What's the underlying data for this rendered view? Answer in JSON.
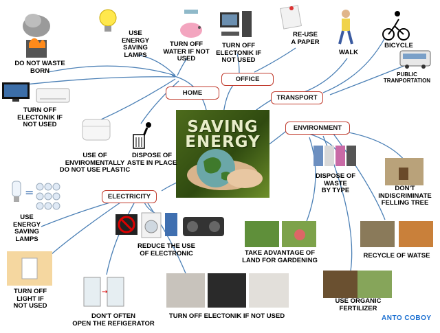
{
  "center": {
    "title_line1": "SAVING",
    "title_line2": "ENERGY"
  },
  "categories": {
    "home": "HOME",
    "office": "OFFICE",
    "transport": "TRANSPORT",
    "environment": "ENVIRONMENT",
    "electricity": "ELECTRICITY"
  },
  "labels": {
    "do_not_waste_born": "DO NOT WASTE\nBORN",
    "use_energy_saving_lamps_top": "USE\nENERGY\nSAVING\nLAMPS",
    "turn_off_water": "TURN OFF\nWATER IF NOT\nUSED",
    "turn_off_electonik_office": "TURN OFF\nELECTONIK IF\nNOT USED",
    "re_use_paper": "RE-USE\nA PAPER",
    "walk": "WALK",
    "bicycle": "BICYCLE",
    "public_transport": "PUBLIC\nTRANPORTATION",
    "turn_off_electonik_home": "TURN OFF\nELECTONIK IF\nNOT USED",
    "use_of_env_plastic": "USE OF\nENVIROMENTALLY\nDO NOT USE PLASTIC",
    "dispose_waste_in_place": "DISPOSE OF\nASTE IN PLACE",
    "dispose_waste_by_type": "DISPOSE OF\nWASTE\nBY TYPE",
    "dont_felling_tree": "DON'T\nINDISCRIMINATE\nFELLING TREE",
    "use_energy_saving_lamps_left": "USE\nENERGY\nSAVING\nLAMPS",
    "reduce_electronic": "REDUCE THE USE\nOF ELECTRONIC",
    "land_for_gardening": "TAKE ADVANTAGE OF\nLAND FOR GARDENING",
    "recycle_waste": "RECYCLE OF WATSE",
    "turn_off_light": "TURN OFF\nLIGHT IF\nNOT USED",
    "dont_open_refrigerator": "DON'T OFTEN\nOPEN THE REFIGERATOR",
    "turn_off_electonik_bottom": "TURN OFF ELECTONIK IF NOT USED",
    "use_organic_fertilizer": "USE ORGANIC\nFERTILIZER"
  },
  "credit": "ANTO COBOY",
  "colors": {
    "branch": "#4a7fb5",
    "category_border": "#c0392b",
    "credit": "#1a6fd1"
  }
}
